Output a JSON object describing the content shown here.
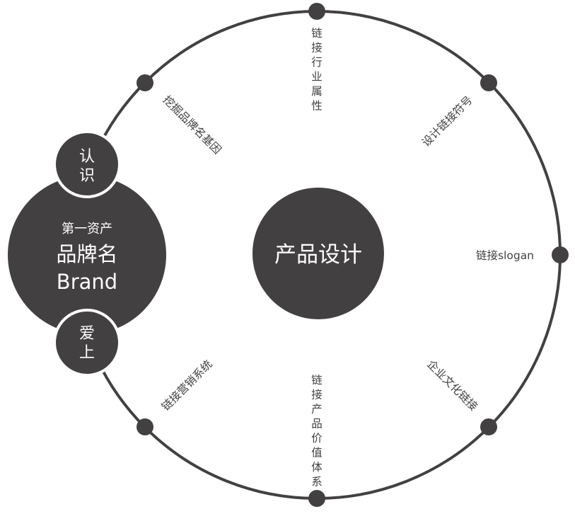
{
  "colors": {
    "primary": "#434042",
    "background": "#ffffff",
    "text_on_dark": "#ffffff"
  },
  "center": {
    "label": "产品设计"
  },
  "brand": {
    "line1": "第一资产",
    "line2": "品牌名",
    "line3": "Brand"
  },
  "badges": {
    "top": [
      "认",
      "识"
    ],
    "bottom": [
      "爱",
      "上"
    ]
  },
  "ring_labels": {
    "top": "链接行业属性",
    "top_right": "设计链接符号",
    "right": "链接slogan",
    "bottom_right": "企业文化链接",
    "bottom": "链接产品价值体系",
    "bottom_left": "链接营销系统",
    "top_left": "挖掘品牌名基因"
  }
}
